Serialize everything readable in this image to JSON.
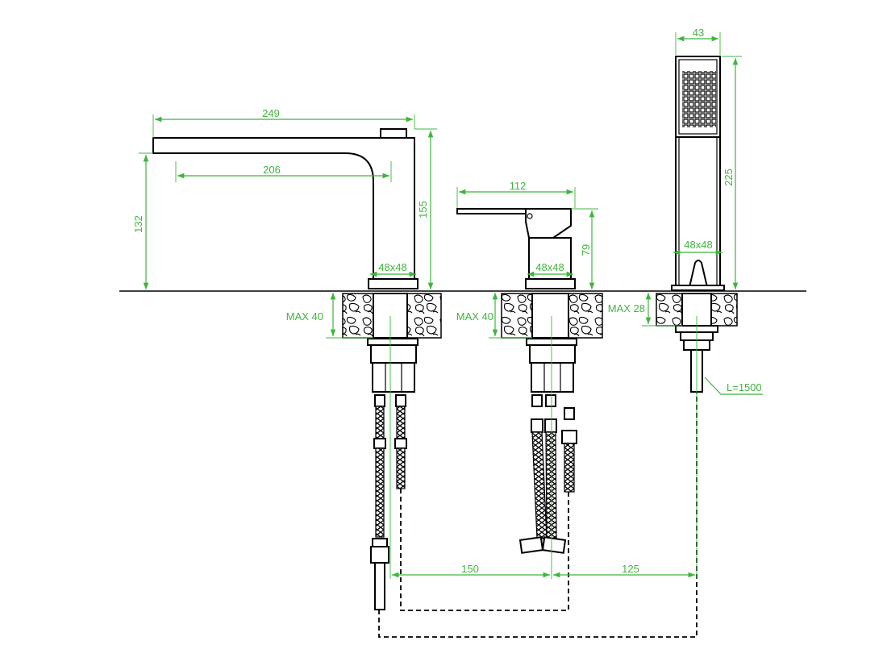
{
  "dimensions": {
    "spout_length": "249",
    "spout_reach": "206",
    "spout_height_under": "132",
    "spout_total_height": "155",
    "spout_base": "48x48",
    "mixer_length": "112",
    "mixer_height": "79",
    "mixer_base": "48x48",
    "shower_width": "43",
    "shower_height": "225",
    "shower_base": "48x48",
    "deck_max_spout": "MAX 40",
    "deck_max_mixer": "MAX 40",
    "deck_max_shower": "MAX 28",
    "hose_length": "L=1500",
    "spacing_spout_mixer": "150",
    "spacing_mixer_shower": "125"
  },
  "colors": {
    "dimension": "#3fb53c",
    "outline": "#000000",
    "background": "#ffffff"
  }
}
